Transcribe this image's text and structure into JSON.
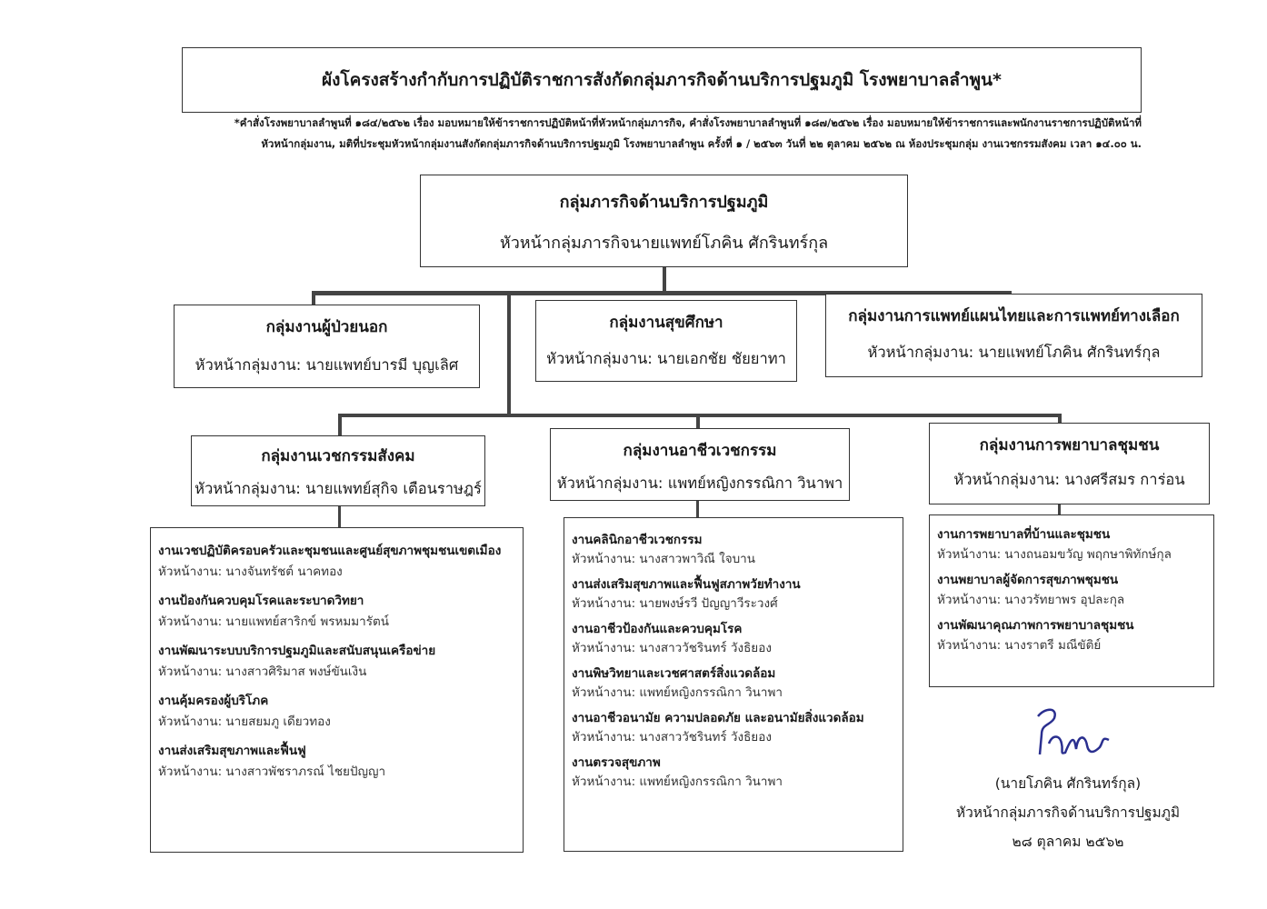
{
  "title": "ผังโครงสร้างกำกับการปฏิบัติราชการสังกัดกลุ่มภารกิจด้านบริการปฐมภูมิ โรงพยาบาลลำพูน*",
  "note_line1": "*คำสั่งโรงพยาบาลลำพูนที่ ๑๘๔/๒๕๖๒ เรื่อง มอบหมายให้ข้าราชการปฏิบัติหน้าที่หัวหน้ากลุ่มภารกิจ, คำสั่งโรงพยาบาลลำพูนที่ ๑๘๗/๒๕๖๒ เรื่อง มอบหมายให้ข้าราชการและพนักงานราชการปฏิบัติหน้าที่",
  "note_line2": "หัวหน้ากลุ่มงาน, มติที่ประชุมหัวหน้ากลุ่มงานสังกัดกลุ่มภารกิจด้านบริการปฐมภูมิ โรงพยาบาลลำพูน ครั้งที่ ๑ / ๒๕๖๓ วันที่ ๒๒ ตุลาคม ๒๕๖๒ ณ ห้องประชุมกลุ่ม งานเวชกรรมสังคม เวลา ๑๔.๐๐ น.",
  "top": {
    "name": "กลุ่มภารกิจด้านบริการปฐมภูมิ",
    "head": "หัวหน้ากลุ่มภารกิจนายแพทย์โภคิน ศักรินทร์กุล"
  },
  "groups": [
    {
      "name": "กลุ่มงานผู้ป่วยนอก",
      "head": "หัวหน้ากลุ่มงาน: นายแพทย์บารมี บุญเลิศ"
    },
    {
      "name": "กลุ่มงานสุขศึกษา",
      "head": "หัวหน้ากลุ่มงาน: นายเอกชัย  ชัยยาทา"
    },
    {
      "name": "กลุ่มงานการแพทย์แผนไทยและการแพทย์ทางเลือก",
      "head": "หัวหน้ากลุ่มงาน: นายแพทย์โภคิน ศักรินทร์กุล"
    },
    {
      "name": "กลุ่มงานเวชกรรมสังคม",
      "head": "หัวหน้ากลุ่มงาน: นายแพทย์สุกิจ เตือนราษฎร์"
    },
    {
      "name": "กลุ่มงานอาชีวเวชกรรม",
      "head": "หัวหน้ากลุ่มงาน: แพทย์หญิงกรรณิกา  วินาพา"
    },
    {
      "name": "กลุ่มงานการพยาบาลชุมชน",
      "head": "หัวหน้ากลุ่มงาน: นางศรีสมร การ่อน"
    }
  ],
  "units_left": [
    {
      "task": "งานเวชปฏิบัติครอบครัวและชุมชนและศูนย์สุขภาพชุมชนเขตเมือง",
      "head": "หัวหน้างาน: นางจันทรัชต์ นาคทอง"
    },
    {
      "task": "งานป้องกันควบคุมโรคและระบาดวิทยา",
      "head": "หัวหน้างาน: นายแพทย์สาริกข์ พรหมมารัตน์"
    },
    {
      "task": "งานพัฒนาระบบบริการปฐมภูมิและสนับสนุนเครือข่าย",
      "head": "หัวหน้างาน: นางสาวศิริมาส พงษ์ขันเงิน"
    },
    {
      "task": "งานคุ้มครองผู้บริโภค",
      "head": "หัวหน้างาน: นายสยมภู  เดียวทอง"
    },
    {
      "task": "งานส่งเสริมสุขภาพและฟื้นฟู",
      "head": "หัวหน้างาน: นางสาวพัชราภรณ์ ไชยปัญญา"
    }
  ],
  "units_mid": [
    {
      "task": "งานคลินิกอาชีวเวชกรรม",
      "head": "หัวหน้างาน: นางสาวพาวิณี ใจบาน"
    },
    {
      "task": "งานส่งเสริมสุขภาพและฟื้นฟูสภาพวัยทำงาน",
      "head": "หัวหน้างาน: นายพงษ์รวี  ปัญญาวีระวงศ์"
    },
    {
      "task": "งานอาชีวป้องกันและควบคุมโรค",
      "head": "หัวหน้างาน: นางสาววัชรินทร์ วังธิยอง"
    },
    {
      "task": "งานพิษวิทยาและเวชศาสตร์สิ่งแวดล้อม",
      "head": "หัวหน้างาน: แพทย์หญิงกรรณิกา  วินาพา"
    },
    {
      "task": "งานอาชีวอนามัย ความปลอดภัย และอนามัยสิ่งแวดล้อม",
      "head": "หัวหน้างาน: นางสาววัชรินทร์ วังธิยอง"
    },
    {
      "task": "งานตรวจสุขภาพ",
      "head": "หัวหน้างาน: แพทย์หญิงกรรณิกา  วินาพา"
    }
  ],
  "units_right": [
    {
      "task": "งานการพยาบาลที่บ้านและชุมชน",
      "head": "หัวหน้างาน: นางถนอมขวัญ พฤกษาพิทักษ์กุล"
    },
    {
      "task": "งานพยาบาลผู้จัดการสุขภาพชุมชน",
      "head": "หัวหน้างาน: นางวรัทยาพร อุปละกุล"
    },
    {
      "task": "งานพัฒนาคุณภาพการพยาบาลชุมชน",
      "head": "หัวหน้างาน: นางราตรี มณีขัติย์"
    }
  ],
  "signature": {
    "signed_text": "โภคิน",
    "name": "(นายโภคิน ศักรินทร์กุล)",
    "position": "หัวหน้ากลุ่มภารกิจด้านบริการปฐมภูมิ",
    "date": "๒๘ ตุลาคม ๒๕๖๒"
  }
}
